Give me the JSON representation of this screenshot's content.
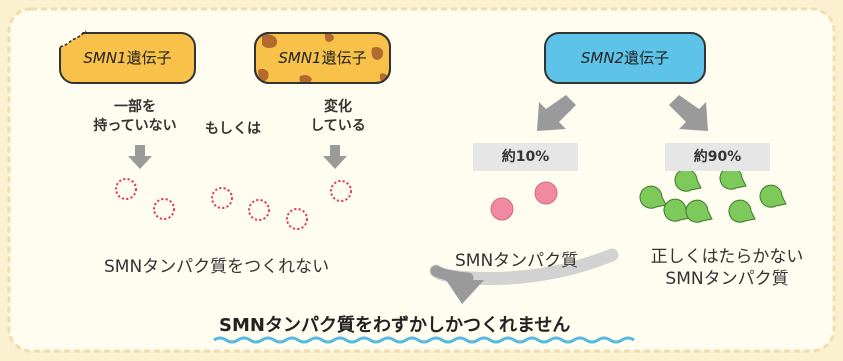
{
  "genes": {
    "smn1_missing": {
      "italic": "SMN1",
      "suffix": "遺伝子"
    },
    "smn1_mutated": {
      "italic": "SMN1",
      "suffix": "遺伝子"
    },
    "smn2": {
      "italic": "SMN2",
      "suffix": "遺伝子"
    }
  },
  "left": {
    "partial_missing_line1": "一部を",
    "partial_missing_line2": "持っていない",
    "or": "もしくは",
    "changed_line1": "変化",
    "changed_line2": "している",
    "result": "SMNタンパク質をつくれない"
  },
  "right": {
    "pct_normal": "約10%",
    "pct_defective": "約90%",
    "normal_protein": "SMNタンパク質",
    "defective_line1": "正しくはたらかない",
    "defective_line2": "SMNタンパク質"
  },
  "conclusion": "SMNタンパク質をわずかしかつくれません",
  "colors": {
    "background": "#fbf0cf",
    "card": "#fffcf0",
    "card_border": "#f1ddae",
    "smn1_box": "#f8c24a",
    "smn1_spots": "#b36a2f",
    "smn2_box": "#5ec3e9",
    "arrow": "#9a9a9a",
    "dotted_circle": "#e0396d",
    "pink_dot": "#ef8aa2",
    "green_pacman": "#7dc95a",
    "underline_wave": "#58b9e0"
  },
  "icons": [
    "down-arrow-icon",
    "diagonal-arrow-icon",
    "curved-arrow-icon",
    "dotted-circle-icon",
    "pink-dot-icon",
    "green-pacman-icon"
  ]
}
